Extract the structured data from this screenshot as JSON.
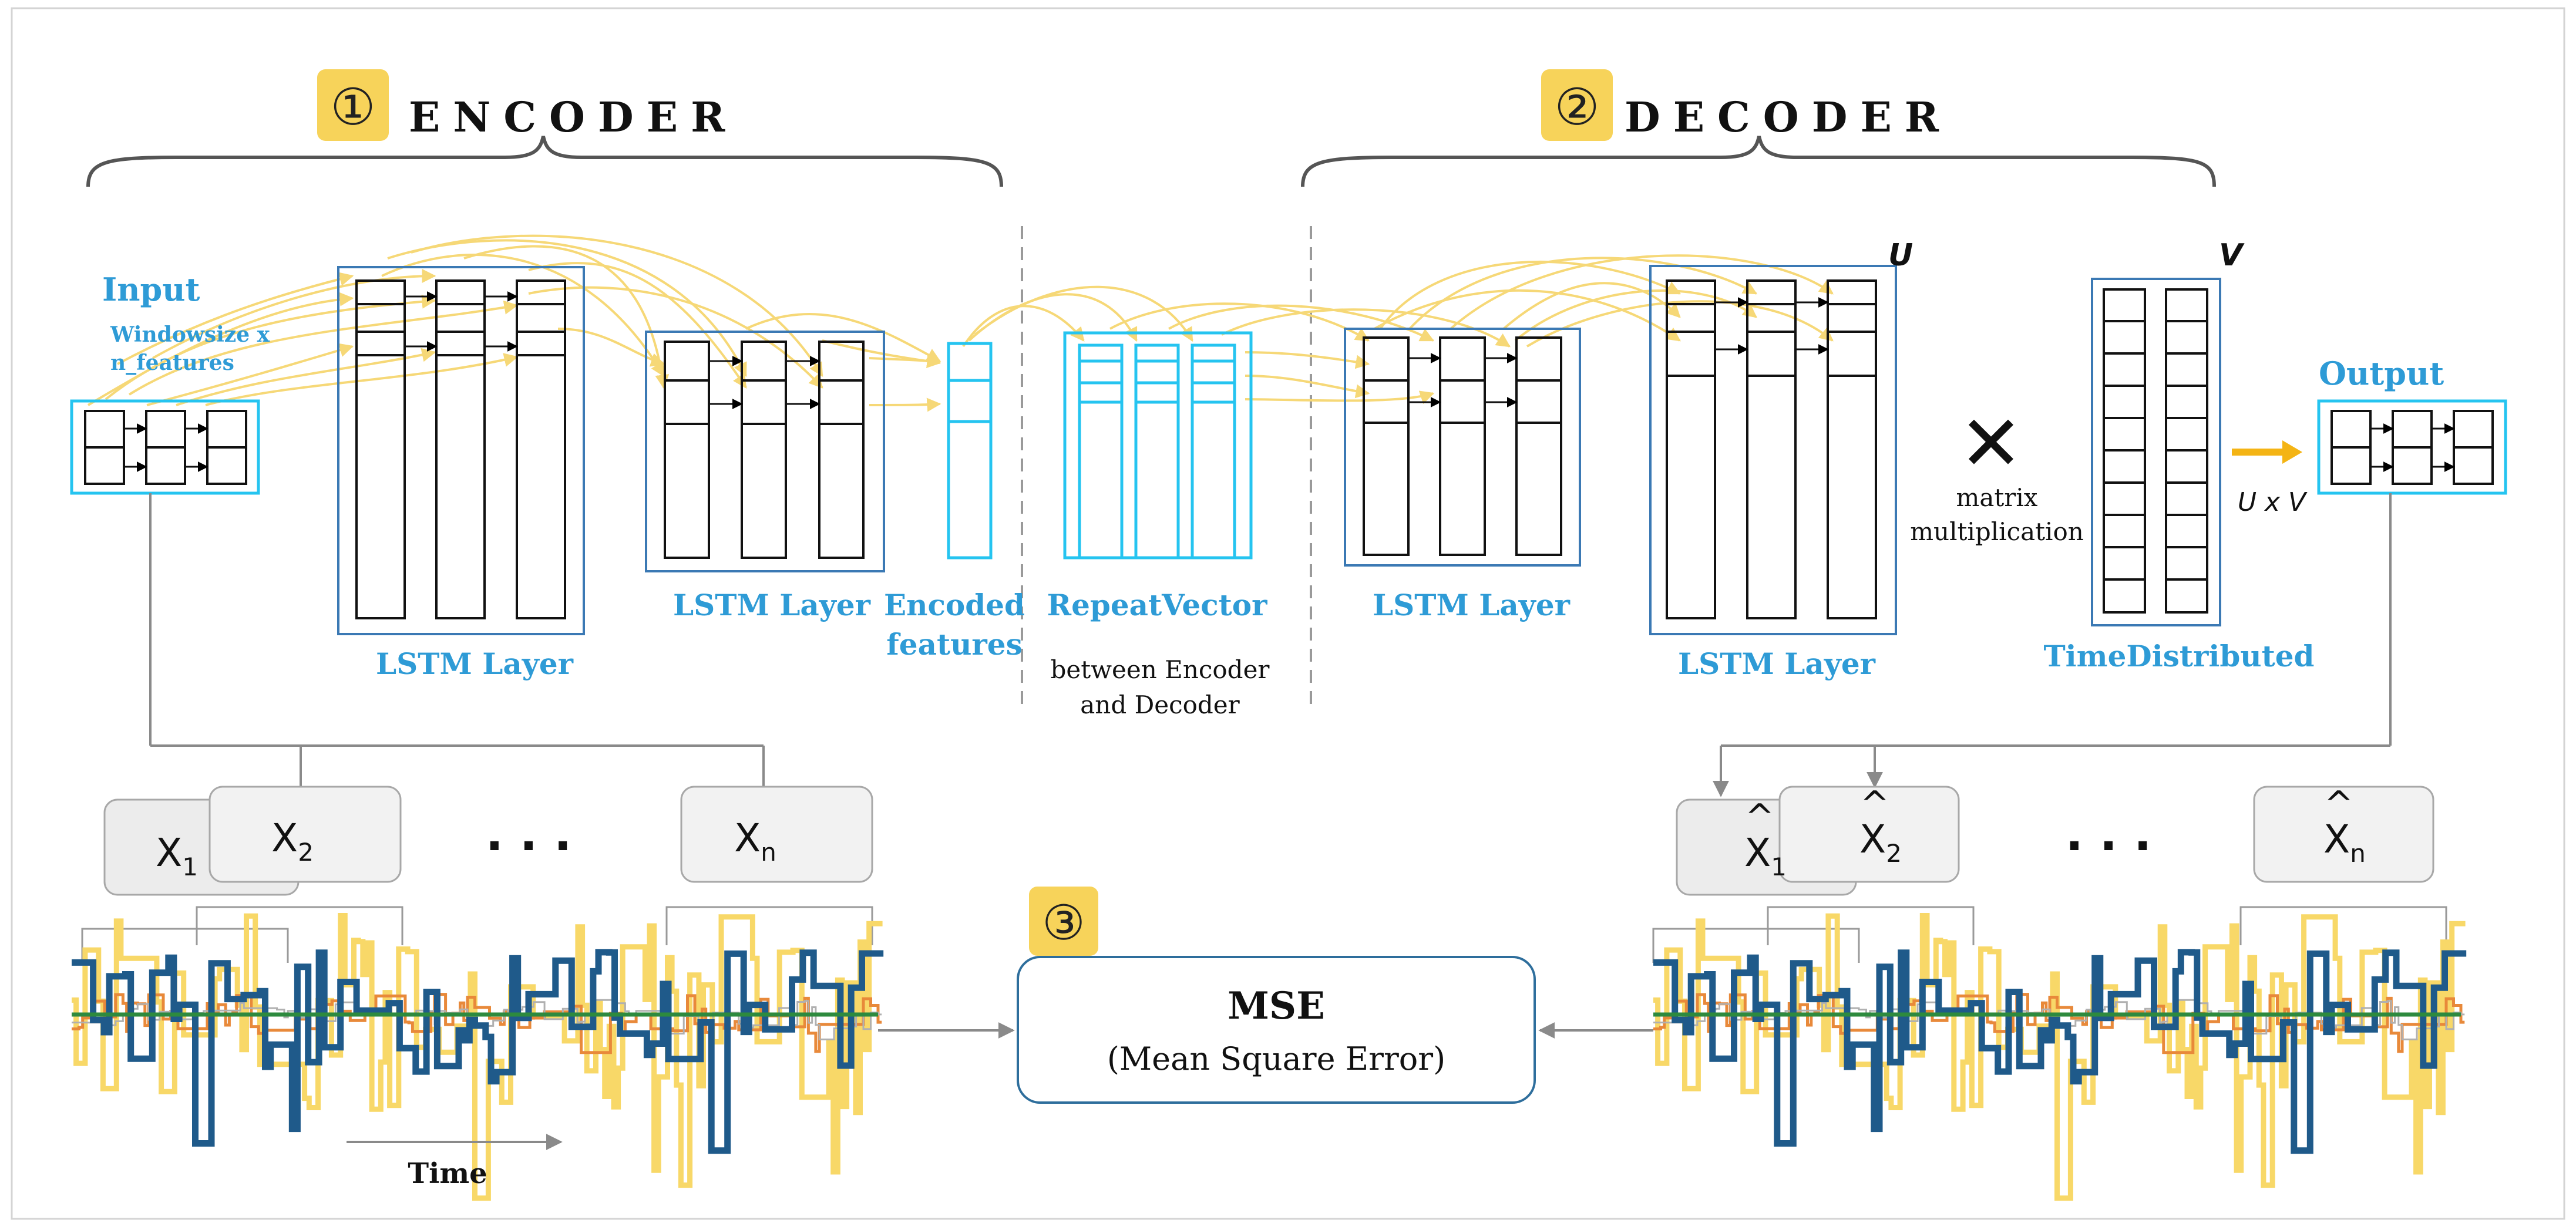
{
  "encoder": {
    "number": "①",
    "title": "ENCODER"
  },
  "decoder": {
    "number": "②",
    "title": "DECODER"
  },
  "mse_step": {
    "number": "③"
  },
  "input": {
    "label": "Input",
    "sublabel_line1": "Windowsize x",
    "sublabel_line2": "n_features"
  },
  "output": {
    "label": "Output"
  },
  "layers": {
    "enc_lstm1": "LSTM Layer",
    "enc_lstm2": "LSTM Layer",
    "encoded_line1": "Encoded",
    "encoded_line2": "features",
    "repeat": "RepeatVector",
    "repeat_note_line1": "between Encoder",
    "repeat_note_line2": "and Decoder",
    "dec_lstm1": "LSTM Layer",
    "dec_lstm2": "LSTM Layer",
    "time_distributed": "TimeDistributed"
  },
  "matrix": {
    "symbol": "✕",
    "line1": "matrix",
    "line2": "multiplication",
    "u": "U",
    "v": "V",
    "uxv": "U x V"
  },
  "inputs": {
    "x1": "X",
    "x1_sub": "1",
    "x2": "X",
    "x2_sub": "2",
    "xn": "X",
    "xn_sub": "n",
    "dots": ". . ."
  },
  "outputs": {
    "x1": "X",
    "x1_sub": "1",
    "x2": "X",
    "x2_sub": "2",
    "xn": "X",
    "xn_sub": "n",
    "hat": "^",
    "dots": ". . ."
  },
  "mse": {
    "title": "MSE",
    "subtitle": "(Mean Square Error)"
  },
  "time_label": "Time",
  "colors": {
    "accent_blue": "#2e9bd6",
    "cyan": "#25c4f0",
    "frame_blue": "#3b79b4",
    "arrow_yellow": "#f6d877",
    "badge_yellow": "#f7d35a",
    "series_navy": "#1f5a8a",
    "series_yellow": "#f8d868",
    "series_orange": "#e8893a",
    "series_green": "#2d8a3e",
    "output_arrow": "#f4b414"
  }
}
